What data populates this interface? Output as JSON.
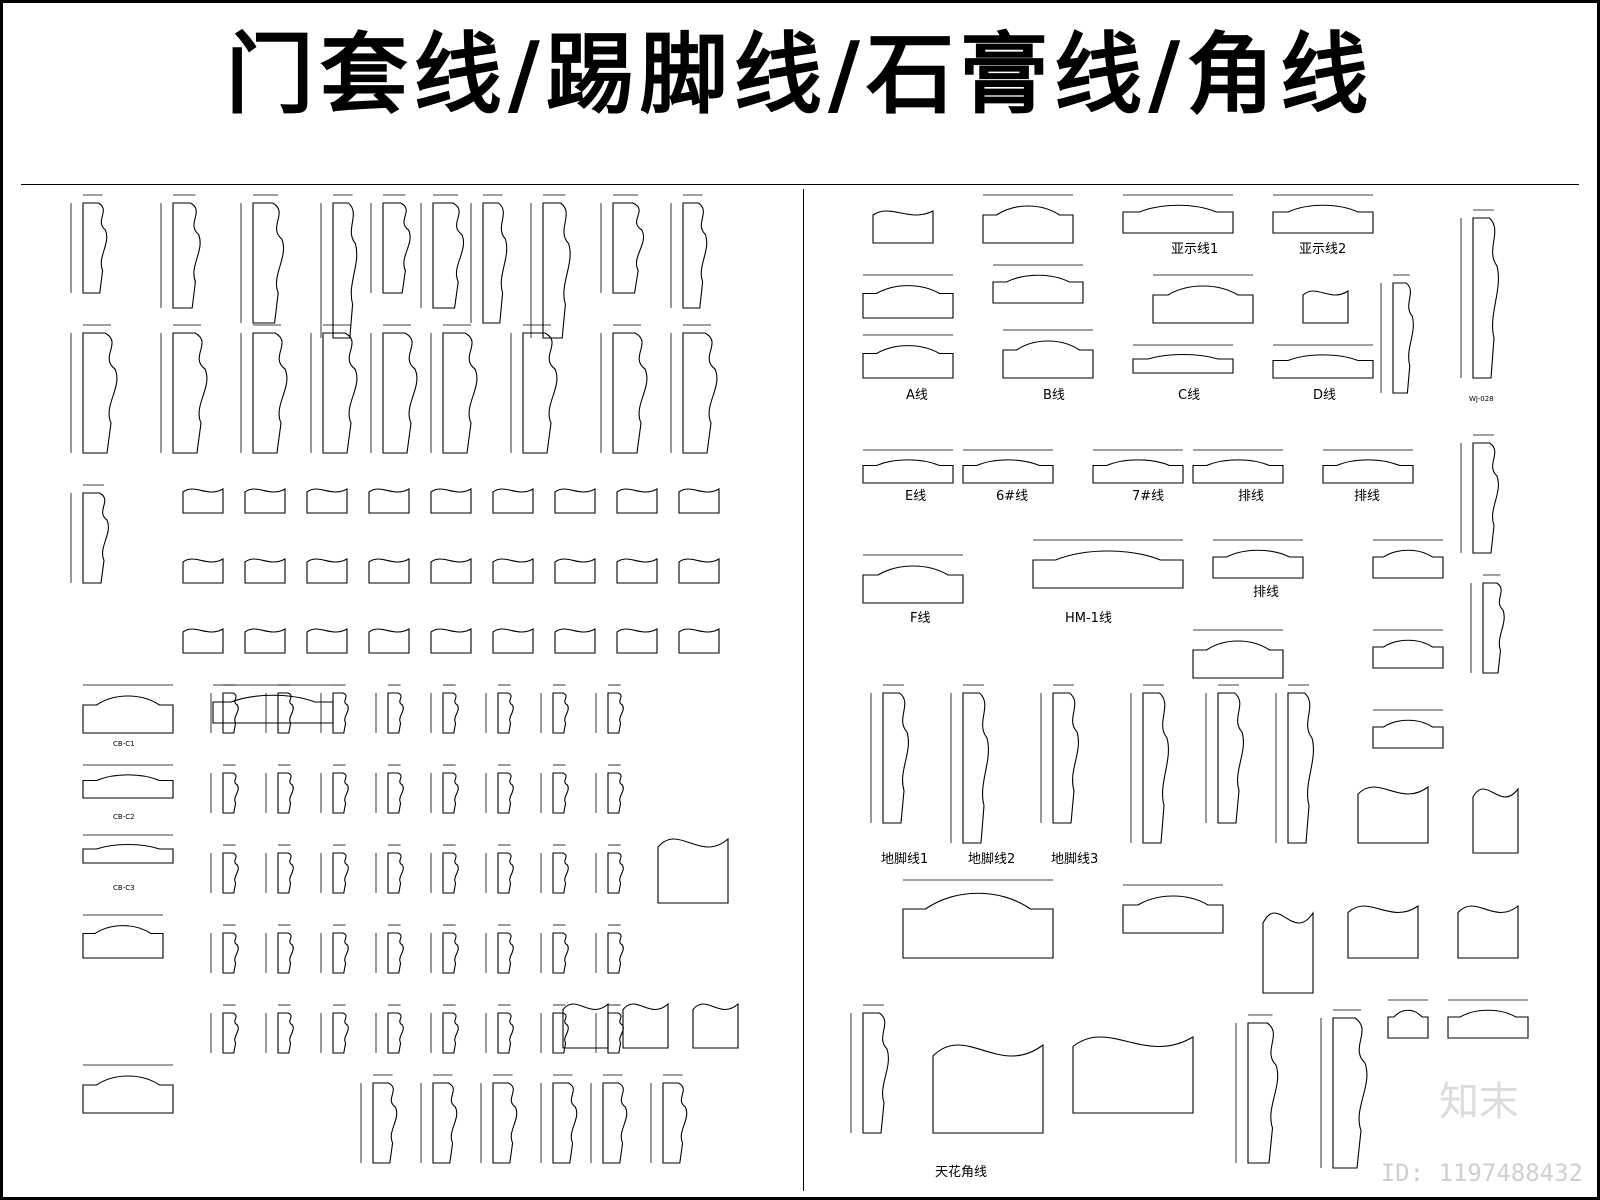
{
  "title": "门套线/踢脚线/石膏线/角线",
  "labels": {
    "yaxian1": "亚示线1",
    "yaxian2": "亚示线2",
    "a": "A线",
    "b": "B线",
    "c": "C线",
    "d": "D线",
    "e": "E线",
    "l6": "6#线",
    "l7": "7#线",
    "pai1": "排线",
    "pai2": "排线",
    "f": "F线",
    "hm1": "HM-1线",
    "pai3": "排线",
    "dj1": "地脚线1",
    "dj2": "地脚线2",
    "dj3": "地脚线3",
    "thj": "天花角线",
    "cb1": "CB-C1",
    "cb2": "CB-C2",
    "cb3": "CB-C3",
    "wj": "WJ-028"
  },
  "watermark": {
    "brand": "知末",
    "id": "ID: 1197488432"
  },
  "colors": {
    "line": "#000000",
    "watermark": "#cfcfcf"
  }
}
